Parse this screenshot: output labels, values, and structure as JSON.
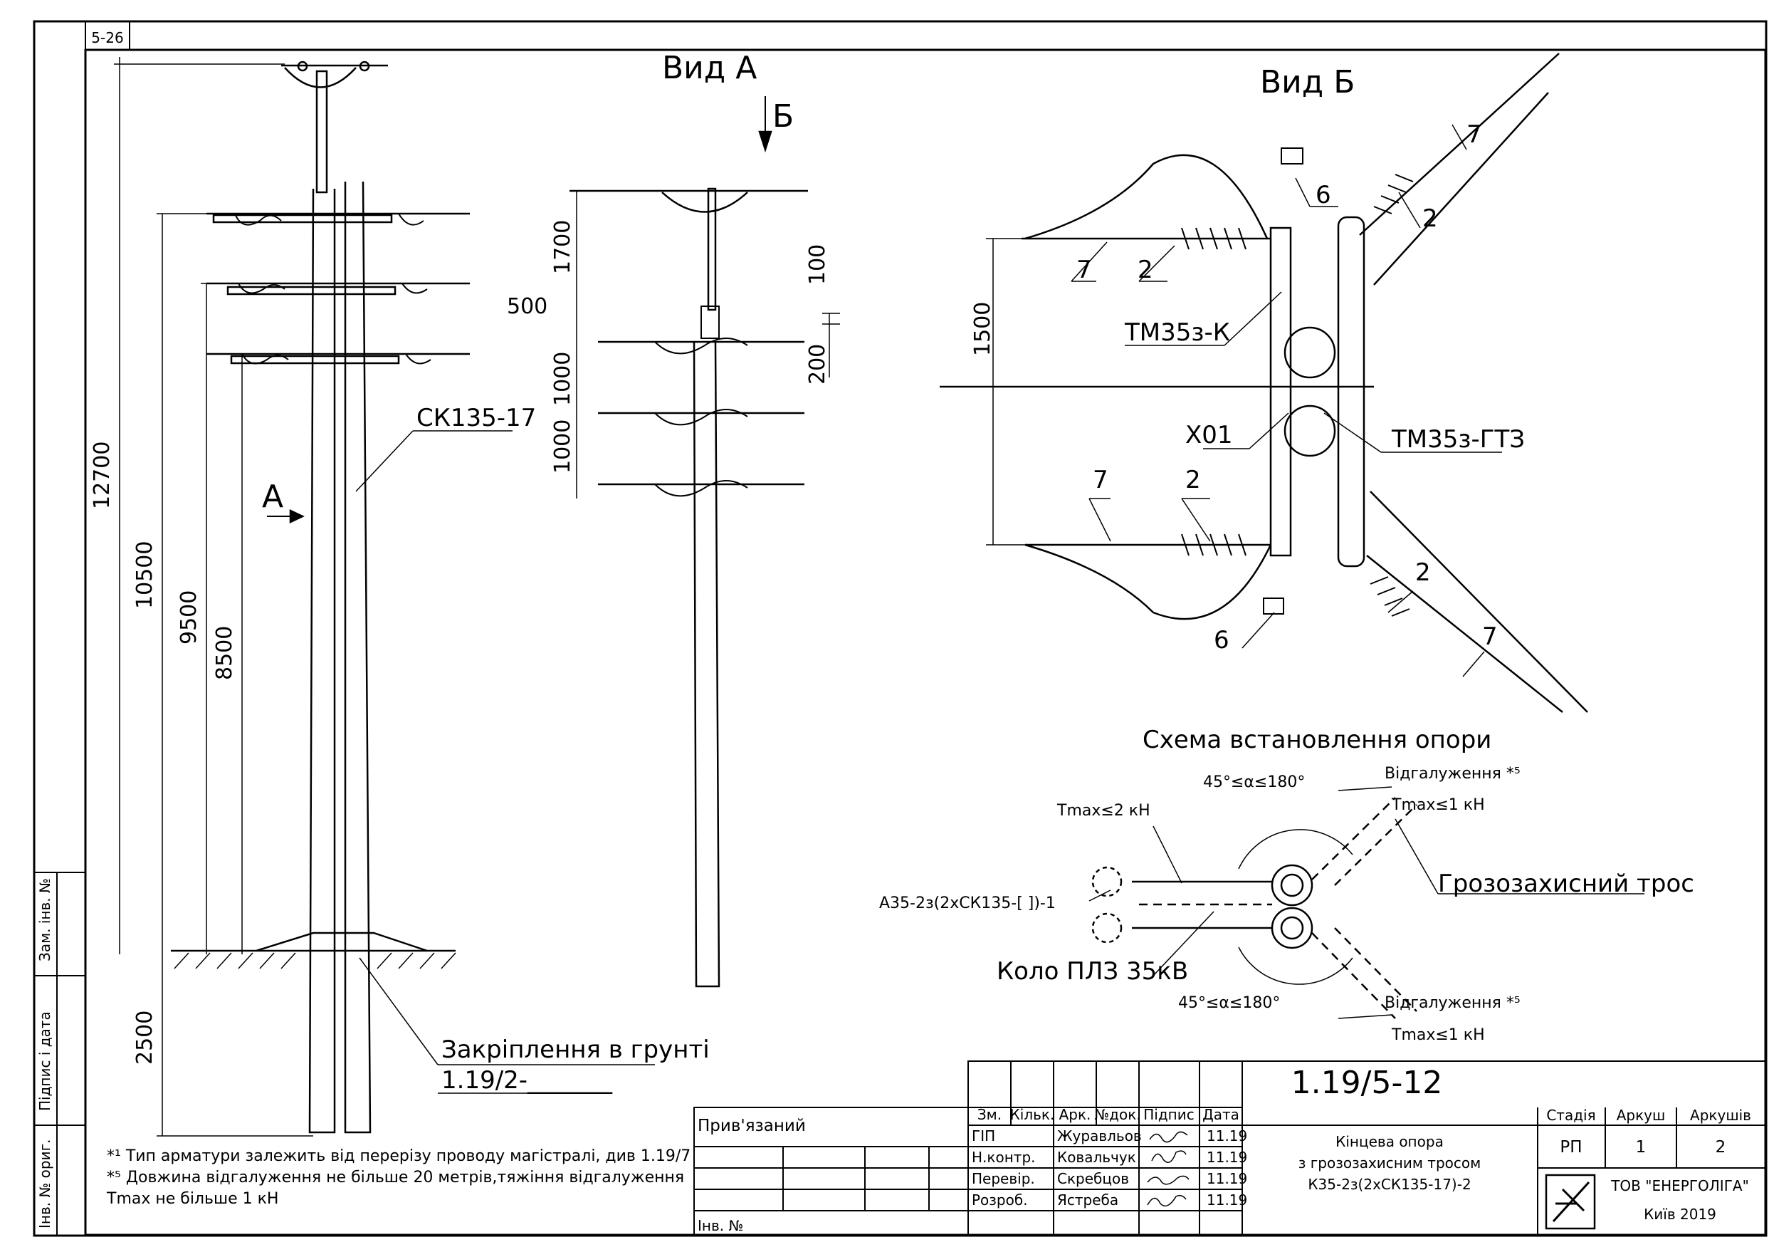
{
  "sheet_tag": "5-26",
  "views": {
    "view_a": "Вид А",
    "view_b": "Вид Б",
    "arrow_b": "Б",
    "arrow_a": "А",
    "scheme_title": "Схема встановлення опори"
  },
  "left_view": {
    "dims": [
      "12700",
      "10500",
      "9500",
      "8500",
      "2500"
    ],
    "pole_label": "СК135-17",
    "ground_label": "Закріплення в грунті",
    "ground_ref": "1.19/2-_______"
  },
  "view_a_dims": {
    "d1700": "1700",
    "d500": "500",
    "d100": "100",
    "d200": "200",
    "d1000a": "1000",
    "d1000b": "1000"
  },
  "view_b": {
    "dim_1500": "1500",
    "tm35k": "ТМ35з-К",
    "x01": "Х01",
    "tm35gtz": "ТМ35з-ГТЗ",
    "n7": "7",
    "n2": "2",
    "n6": "6"
  },
  "scheme": {
    "angle": "45°≤α≤180°",
    "branch": "Відгалуження *⁵",
    "tmax1": "Тmax≤1 кН",
    "tmax2": "Тmax≤2 кН",
    "a35": "А35-2з(2хСК135-[ ])-1",
    "circuit": "Коло ПЛЗ 35кВ",
    "rope": "Грозозахисний трос"
  },
  "notes": [
    "*¹ Тип арматури залежить від перерізу проводу магістралі, див 1.19/7",
    "*⁵ Довжина відгалуження не більше 20 метрів,тяжіння відгалуження",
    "Тmax не більше 1 кН"
  ],
  "side_stamp": [
    "Зам. інв. №",
    "Підпис і дата",
    "Інв. № ориг."
  ],
  "title_block": {
    "doc_code": "1.19/5-12",
    "attached": "Прив'язаний",
    "inv": "Інв. №",
    "head": [
      "Зм.",
      "Кільк.",
      "Арк.",
      "№док.",
      "Підпис",
      "Дата"
    ],
    "rows": [
      {
        "role": "ГІП",
        "name": "Журавльов",
        "date": "11.19"
      },
      {
        "role": "Н.контр.",
        "name": "Ковальчук",
        "date": "11.19"
      },
      {
        "role": "Перевір.",
        "name": "Скребцов",
        "date": "11.19"
      },
      {
        "role": "Розроб.",
        "name": "Ястреба",
        "date": "11.19"
      }
    ],
    "title_lines": [
      "Кінцева опора",
      "з грозозахисним тросом",
      "К35-2з(2хСК135-17)-2"
    ],
    "stage_h": "Стадія",
    "sheet_h": "Аркуш",
    "sheets_h": "Аркушів",
    "stage": "РП",
    "sheet": "1",
    "sheets": "2",
    "org": "ТОВ \"ЕНЕРГОЛІГА\"",
    "city": "Київ 2019"
  }
}
